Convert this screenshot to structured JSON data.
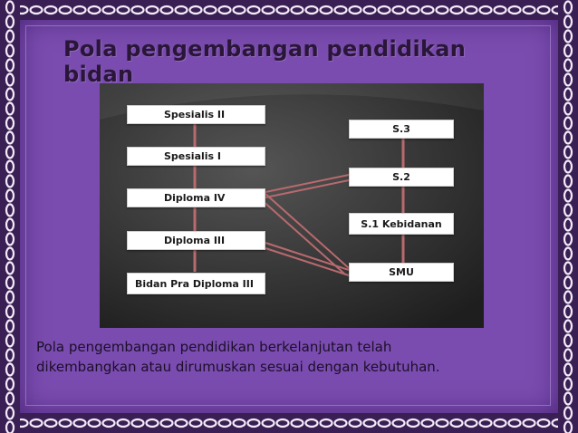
{
  "slide": {
    "title": "Pola pengembangan pendidikan bidan",
    "caption_line1": "Pola pengembangan pendidikan berkelanjutan telah",
    "caption_line2": "dikembangkan atau dirumuskan sesuai dengan kebutuhan."
  },
  "diagram": {
    "left_column": [
      "Spesialis II",
      "Spesialis I",
      "Diploma IV",
      "Diploma III",
      "Bidan Pra Diploma III"
    ],
    "right_column": [
      "S.3",
      "S.2",
      "S.1 Kebidanan",
      "SMU"
    ]
  },
  "colors": {
    "background": "#7f52b4",
    "diagram_background": "#3b3b3b",
    "connector": "#b86a6e",
    "box": "#ffffff"
  }
}
